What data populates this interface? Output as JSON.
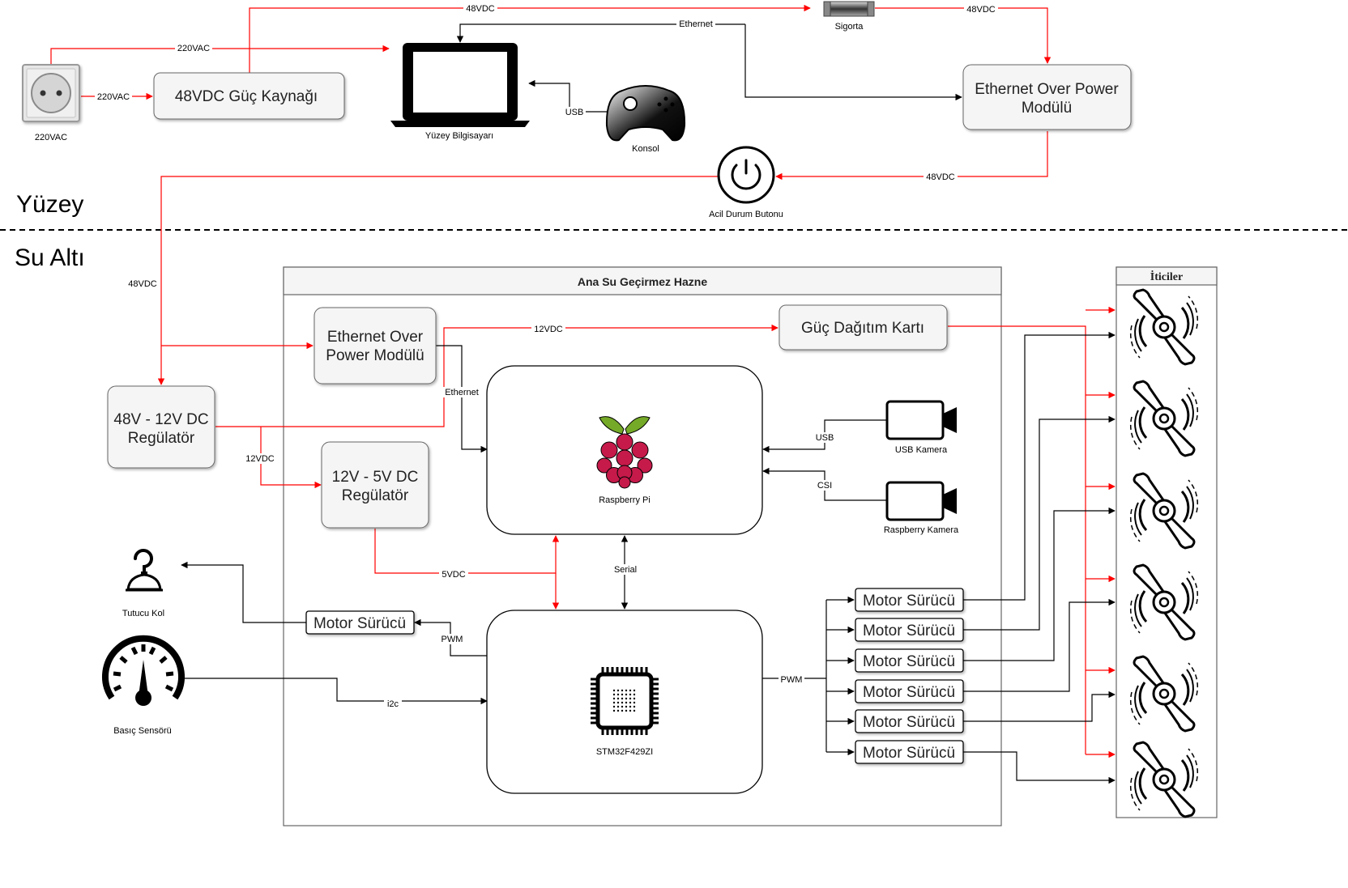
{
  "sections": {
    "surface": "Yüzey",
    "underwater": "Su Altı"
  },
  "surface": {
    "socket_caption": "220VAC",
    "psu_label": "48VDC Güç Kaynağı",
    "laptop_caption": "Yüzey Bilgisayarı",
    "console_caption": "Konsol",
    "fuse_caption": "Sigorta",
    "eop_line1": "Ethernet Over Power",
    "eop_line2": "Modülü",
    "estop_caption": "Acil Durum Butonu"
  },
  "enclosure": {
    "title": "Ana Su Geçirmez Hazne",
    "eop_line1": "Ethernet Over",
    "eop_line2": "Power Modülü",
    "pdb_label": "Güç Dağıtım Kartı",
    "rpi_caption": "Raspberry Pi",
    "mcu_caption": "STM32F429ZI",
    "usb_cam_caption": "USB Kamera",
    "rpi_cam_caption": "Raspberry Kamera",
    "reg5_line1": "12V - 5V DC",
    "reg5_line2": "Regülatör",
    "arm_driver_label": "Motor Sürücü",
    "thruster_drivers": [
      "Motor Sürücü",
      "Motor Sürücü",
      "Motor Sürücü",
      "Motor Sürücü",
      "Motor Sürücü",
      "Motor Sürücü"
    ]
  },
  "external": {
    "reg12_line1": "48V - 12V DC",
    "reg12_line2": "Regülatör",
    "gripper_caption": "Tutucu Kol",
    "pressure_caption": "Basıç Sensörü"
  },
  "thrusters": {
    "title": "İticiler",
    "count": 6
  },
  "edge_labels": {
    "ac_top": "220VAC",
    "ac_psu": "220VAC",
    "psu_48": "48VDC",
    "fuse_48": "48VDC",
    "ethernet_top": "Ethernet",
    "usb_console": "USB",
    "eop_estop_48": "48VDC",
    "tether_48": "48VDC",
    "pdb_12": "12VDC",
    "ethernet_inner": "Ethernet",
    "reg_12": "12VDC",
    "usb_cam": "USB",
    "csi_cam": "CSI",
    "serial": "Serial",
    "pwm_arm": "PWM",
    "i2c": "i2c",
    "v5": "5VDC",
    "pwm_thrusters": "PWM"
  },
  "colors": {
    "power": "#ff0000",
    "signal": "#000000",
    "box_fill": "#f5f5f5",
    "box_stroke": "#666666"
  }
}
